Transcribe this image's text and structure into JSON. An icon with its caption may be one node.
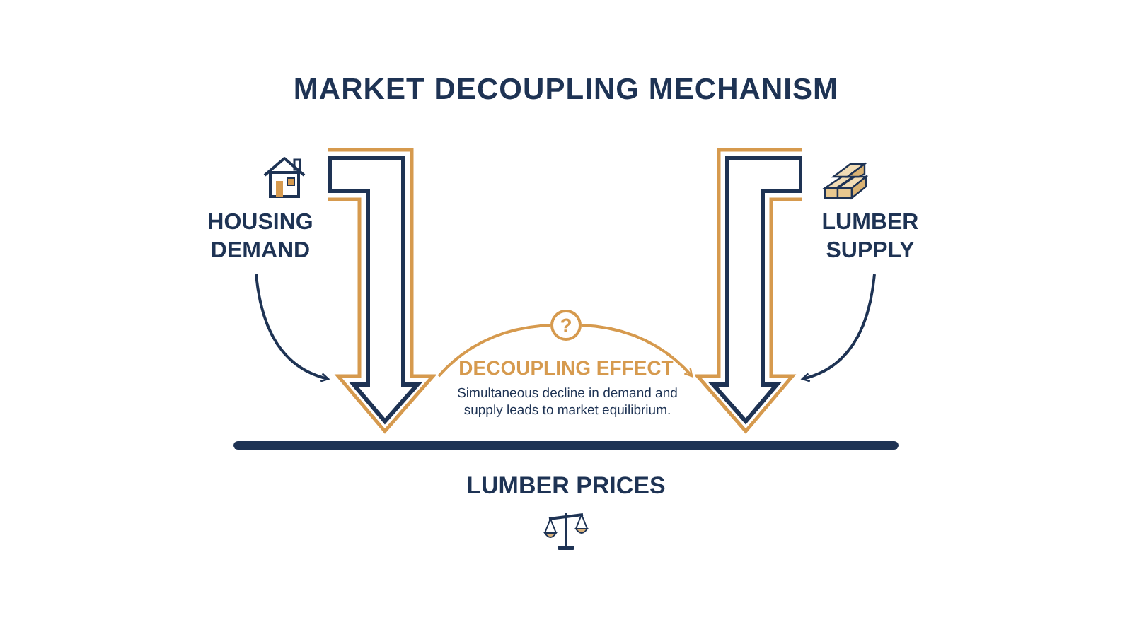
{
  "diagram": {
    "title": "MARKET DECOUPLING MECHANISM",
    "nodes": [
      {
        "text": [
          "HOUSING DEMAND"
        ]
      },
      {
        "text": [
          "LUMBER SUPPLY"
        ]
      },
      {
        "text": [],
        "shape": "arrow"
      },
      {
        "text": [],
        "shape": "arrow"
      },
      {
        "text": [
          "?"
        ]
      }
    ],
    "edges": [
      {
        "from": 0,
        "to": 2,
        "arrow": "to"
      },
      {
        "from": 1,
        "to": 3,
        "arrow": "to"
      },
      {
        "from": 2,
        "to": 4,
        "arrow": "none",
        "color": "#d69a4e"
      },
      {
        "from": 4,
        "to": 3,
        "arrow": "to",
        "color": "#d69a4e"
      }
    ],
    "labels": [
      "DECOUPLING EFFECT",
      "Simultaneous decline in demand and supply leads to market equilibrium.",
      "LUMBER PRICES"
    ]
  }
}
